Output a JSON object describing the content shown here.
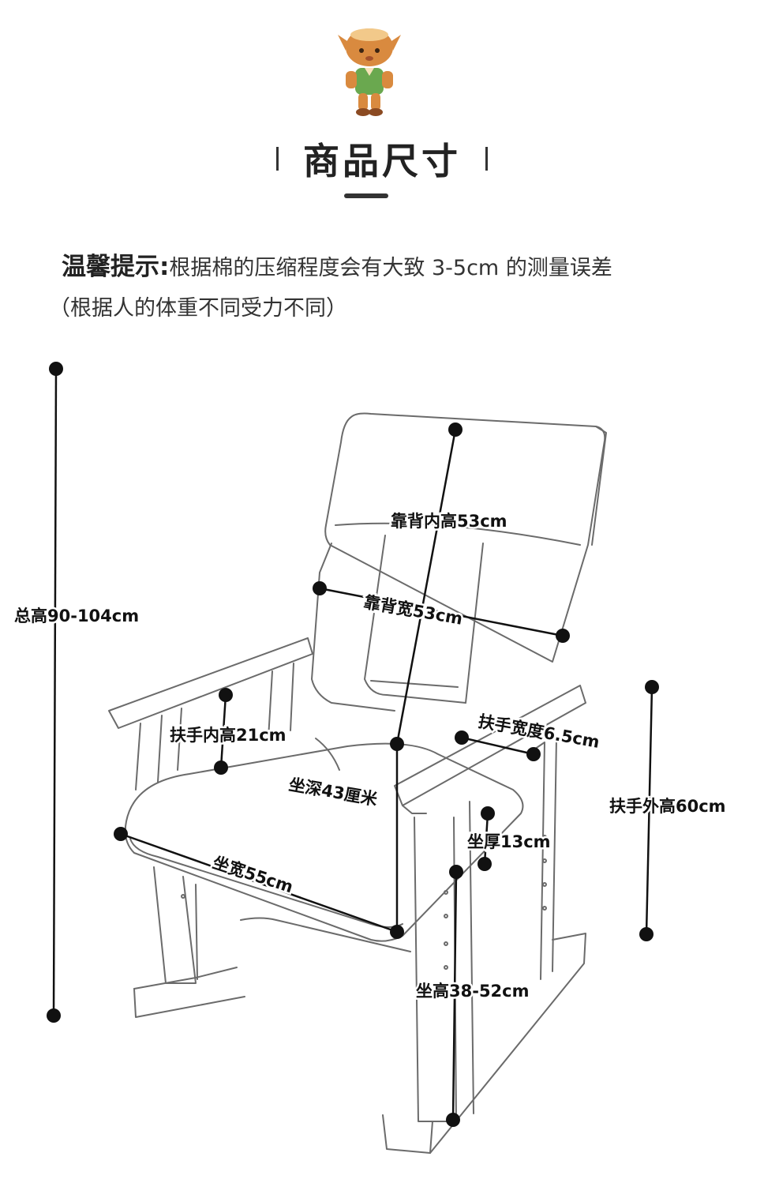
{
  "header": {
    "title": "商品尺寸"
  },
  "tip": {
    "label": "温馨提示:",
    "text": "根据棉的压缩程度会有大致 3-5cm 的测量误差",
    "sub": "（根据人的体重不同受力不同）"
  },
  "dimensions": {
    "total_height": "总高90-104cm",
    "back_inner_height": "靠背内高53cm",
    "back_width": "靠背宽53cm",
    "armrest_inner_height": "扶手内高21cm",
    "armrest_width": "扶手宽度6.5cm",
    "seat_depth": "坐深43厘米",
    "armrest_outer_height": "扶手外高60cm",
    "seat_thickness": "坐厚13cm",
    "seat_width": "坐宽55cm",
    "seat_height": "坐高38-52cm"
  },
  "icons": {
    "mascot": "tree-stump-mascot-icon"
  },
  "colors": {
    "text": "#1a1a1a",
    "line": "#111111",
    "mascot_head": "#d98a3f",
    "mascot_shirt": "#6aa84f"
  }
}
